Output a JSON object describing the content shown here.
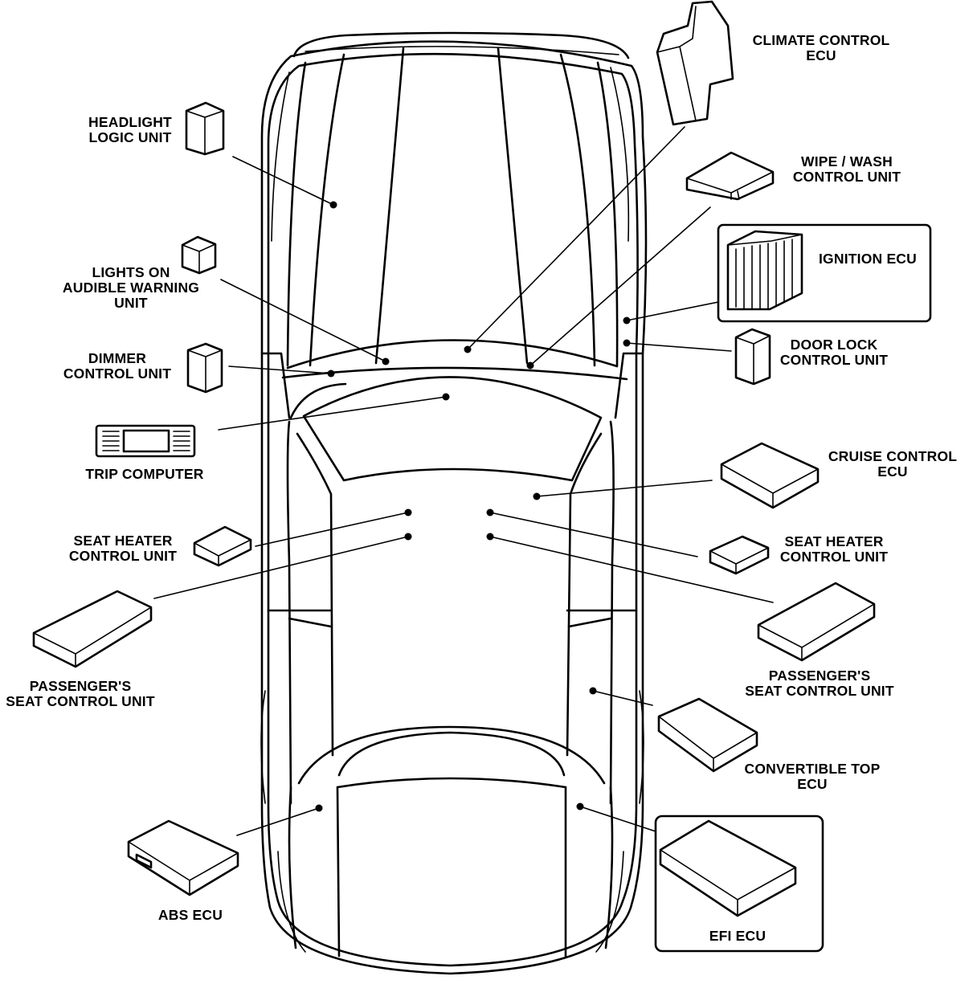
{
  "title": "",
  "components": [
    {
      "id": "climate",
      "label": "CLIMATE CONTROL\nECU"
    },
    {
      "id": "headlight",
      "label": "HEADLIGHT\nLOGIC UNIT"
    },
    {
      "id": "wipe",
      "label": "WIPE / WASH\nCONTROL UNIT"
    },
    {
      "id": "ignition",
      "label": "IGNITION ECU"
    },
    {
      "id": "lights_on",
      "label": "LIGHTS ON\nAUDIBLE WARNING\nUNIT"
    },
    {
      "id": "door_lock",
      "label": "DOOR LOCK\nCONTROL UNIT"
    },
    {
      "id": "dimmer",
      "label": "DIMMER\nCONTROL UNIT"
    },
    {
      "id": "trip",
      "label": "TRIP COMPUTER"
    },
    {
      "id": "cruise",
      "label": "CRUISE CONTROL\nECU"
    },
    {
      "id": "seat_heater_l",
      "label": "SEAT HEATER\nCONTROL UNIT"
    },
    {
      "id": "seat_heater_r",
      "label": "SEAT HEATER\nCONTROL UNIT"
    },
    {
      "id": "pass_seat_l",
      "label": "PASSENGER'S\nSEAT CONTROL UNIT"
    },
    {
      "id": "pass_seat_r",
      "label": "PASSENGER'S\nSEAT CONTROL UNIT"
    },
    {
      "id": "convertible",
      "label": "CONVERTIBLE TOP\nECU"
    },
    {
      "id": "abs",
      "label": "ABS ECU"
    },
    {
      "id": "efi",
      "label": "EFI ECU"
    }
  ]
}
